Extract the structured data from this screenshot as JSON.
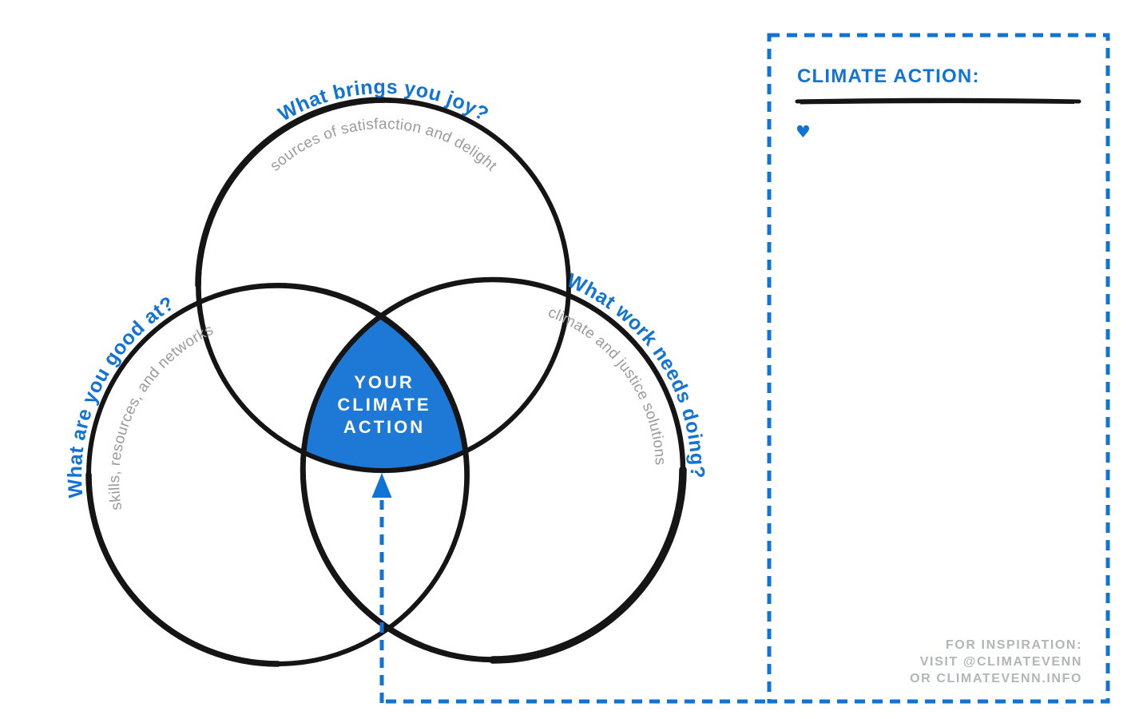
{
  "venn": {
    "circle_joy": {
      "question": "What brings you joy?",
      "subtitle": "sources of satisfaction and delight"
    },
    "circle_good_at": {
      "question": "What are you good at?",
      "subtitle": "skills, resources, and networks"
    },
    "circle_work": {
      "question": "What work needs doing?",
      "subtitle": "climate and justice solutions"
    },
    "center_label": {
      "line1": "YOUR",
      "line2": "CLIMATE",
      "line3": "ACTION"
    }
  },
  "panel": {
    "title": "CLIMATE ACTION:",
    "heart_icon": "♥",
    "footer": {
      "line1": "FOR INSPIRATION:",
      "line2": "VISIT @CLIMATEVENN",
      "line3": "OR CLIMATEVENN.INFO"
    }
  },
  "colors": {
    "accent_blue": "#1173d5",
    "fill_blue": "#1e78d6",
    "label_gray": "#9b9b9b",
    "footer_gray": "#b2b5b9",
    "ink_black": "#151515"
  }
}
